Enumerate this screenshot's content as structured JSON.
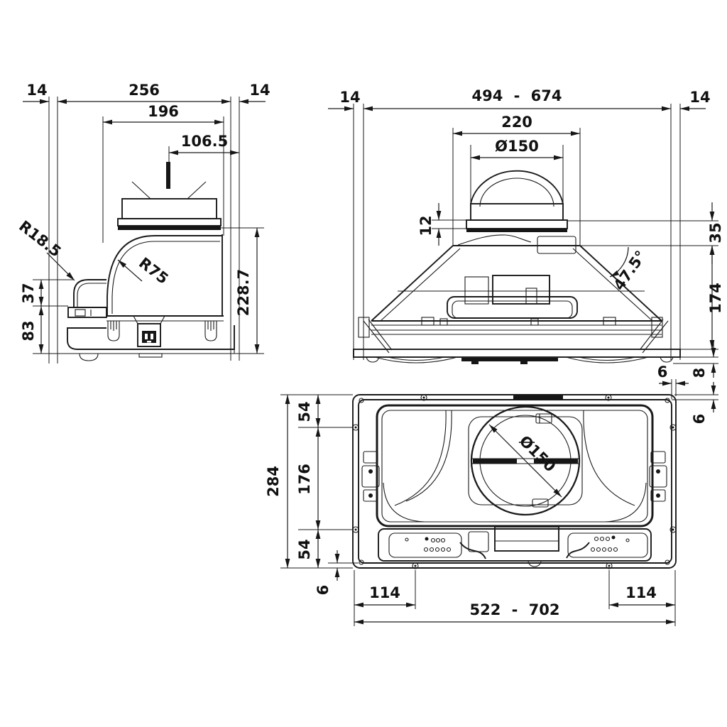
{
  "drawing": {
    "side": {
      "gap_left": "14",
      "overall_width": "256",
      "gap_right": "14",
      "body_width": "196",
      "duct_offset": "106.5",
      "radius_front": "R18.5",
      "radius_top": "R75",
      "step_height": "37",
      "base_height": "83",
      "total_height": "228.7"
    },
    "front": {
      "gap_left": "14",
      "width_range": "494 - 674",
      "gap_right": "14",
      "top_width": "220",
      "duct_diameter": "Ø150",
      "flange_height": "12",
      "spigot_height": "35",
      "cant_angle": "47.5°",
      "body_height": "174",
      "bottom_clearance": "8"
    },
    "plan": {
      "depth": "284",
      "front_edge": "54",
      "center_span": "176",
      "rear_edge": "54",
      "rim_bottom": "6",
      "rim_top": "6",
      "rim_right": "6",
      "duct_diameter": "Ø150",
      "screw_offset_left": "114",
      "width_range": "522 - 702",
      "screw_offset_right": "114"
    },
    "colors": {
      "line": "#1a1a1a",
      "background": "#ffffff"
    }
  }
}
